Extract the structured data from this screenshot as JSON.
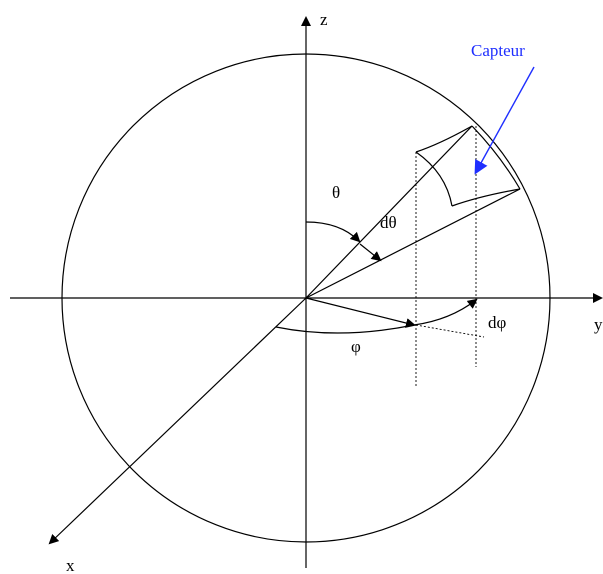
{
  "labels": {
    "z_axis": "z",
    "y_axis": "y",
    "x_axis": "x",
    "theta": "θ",
    "d_theta": "dθ",
    "phi": "φ",
    "d_phi": "dφ",
    "sensor": "Capteur"
  },
  "colors": {
    "ink": "#000000",
    "callout": "#1f2fff"
  }
}
